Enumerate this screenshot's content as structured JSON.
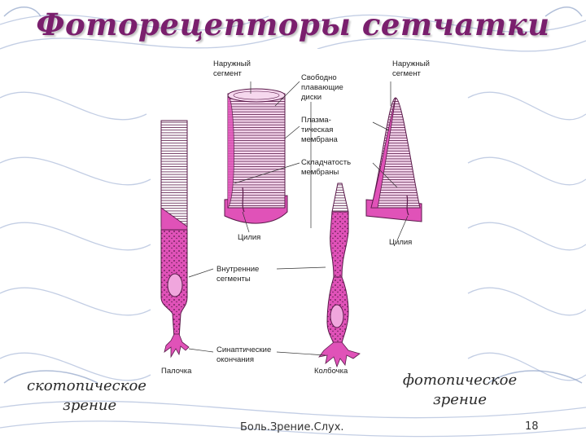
{
  "slide": {
    "title": "Фоторецепторы сетчатки",
    "left_caption": [
      "скотопическое",
      "зрение"
    ],
    "right_caption": [
      "фотопическое",
      "зрение"
    ],
    "footer": "Боль.Зрение.Слух.",
    "page_number": "18"
  },
  "figure": {
    "labels": {
      "outer_segment_left": [
        "Наружный",
        "сегмент"
      ],
      "outer_segment_right": [
        "Наружный",
        "сегмент"
      ],
      "free_discs": [
        "Свободно",
        "плавающие",
        "диски"
      ],
      "plasma_membrane": [
        "Плазма-",
        "тическая",
        "мембрана"
      ],
      "membrane_folds": [
        "Складчатость",
        "мембраны"
      ],
      "cilium_left": "Цилия",
      "cilium_right": "Цилия",
      "inner_segments": [
        "Внутренние",
        "сегменты"
      ],
      "synaptic_endings": [
        "Синаптические",
        "окончания"
      ],
      "rod": "Палочка",
      "cone": "Колбочка"
    },
    "colors": {
      "cell_fill": "#e052b8",
      "cell_light": "#f0a6dd",
      "outline": "#5a1a4a",
      "title": "#7a1f6d"
    }
  }
}
